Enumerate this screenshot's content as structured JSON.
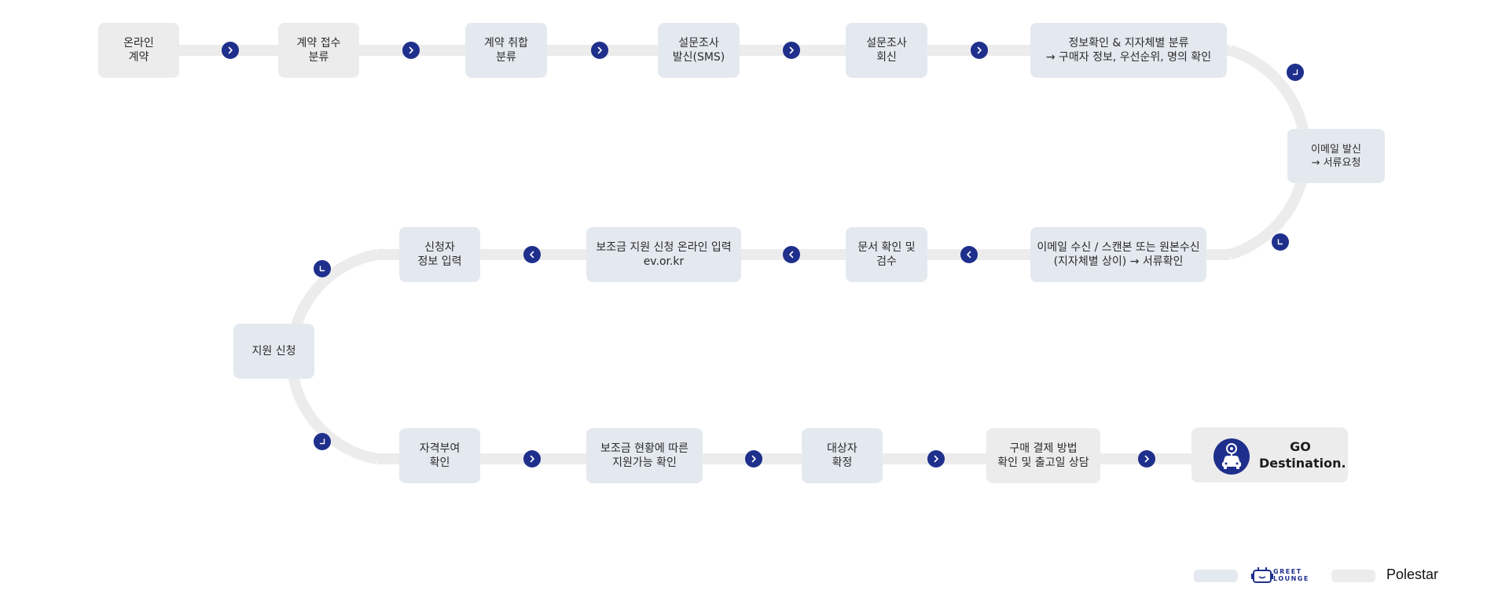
{
  "steps": {
    "s1": [
      "온라인",
      "계약"
    ],
    "s2": [
      "계약 접수",
      "분류"
    ],
    "s3": [
      "계약 취합",
      "분류"
    ],
    "s4": [
      "설문조사",
      "발신(SMS)"
    ],
    "s5": [
      "설문조사",
      "회신"
    ],
    "s6": [
      "정보확인 & 지자체별 분류",
      "→ 구매자 정보, 우선순위, 명의 확인"
    ],
    "s7": [
      "이메일 발신",
      "→ 서류요청"
    ],
    "s8": [
      "이메일 수신 / 스캔본 또는 원본수신",
      "(지자체별 상이) → 서류확인"
    ],
    "s9": [
      "문서 확인 및",
      "검수"
    ],
    "s10": [
      "보조금 지원 신청 온라인 입력",
      "ev.or.kr"
    ],
    "s11": [
      "신청자",
      "정보 입력"
    ],
    "s12": [
      "지원 신청"
    ],
    "s13": [
      "자격부여",
      "확인"
    ],
    "s14": [
      "보조금 현황에 따른",
      "지원가능 확인"
    ],
    "s15": [
      "대상자",
      "확정"
    ],
    "s16": [
      "구매 결제 방법",
      "확인 및 출고일 상담"
    ]
  },
  "destination": {
    "line1": "GO",
    "line2": "Destination.",
    "icon": "car-pin-icon"
  },
  "legend": {
    "lounge_logo_text": [
      "GREET",
      "LOUNGE"
    ],
    "polestar_label": "Polestar"
  },
  "colors": {
    "accent": "#1f2f8c",
    "lounge_box": "#e4e9f0",
    "polestar_box": "#ececec",
    "track": "#ececec"
  }
}
